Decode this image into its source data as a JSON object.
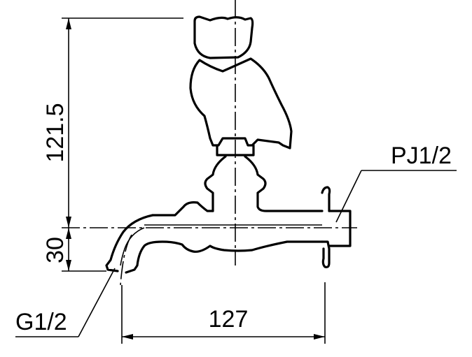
{
  "dimensions": {
    "height_upper": "121.5",
    "height_lower": "30",
    "width": "127"
  },
  "callouts": {
    "outlet_thread": "G1/2",
    "inlet_thread": "PJ1/2"
  },
  "colors": {
    "line": "#000000",
    "background": "#ffffff"
  }
}
